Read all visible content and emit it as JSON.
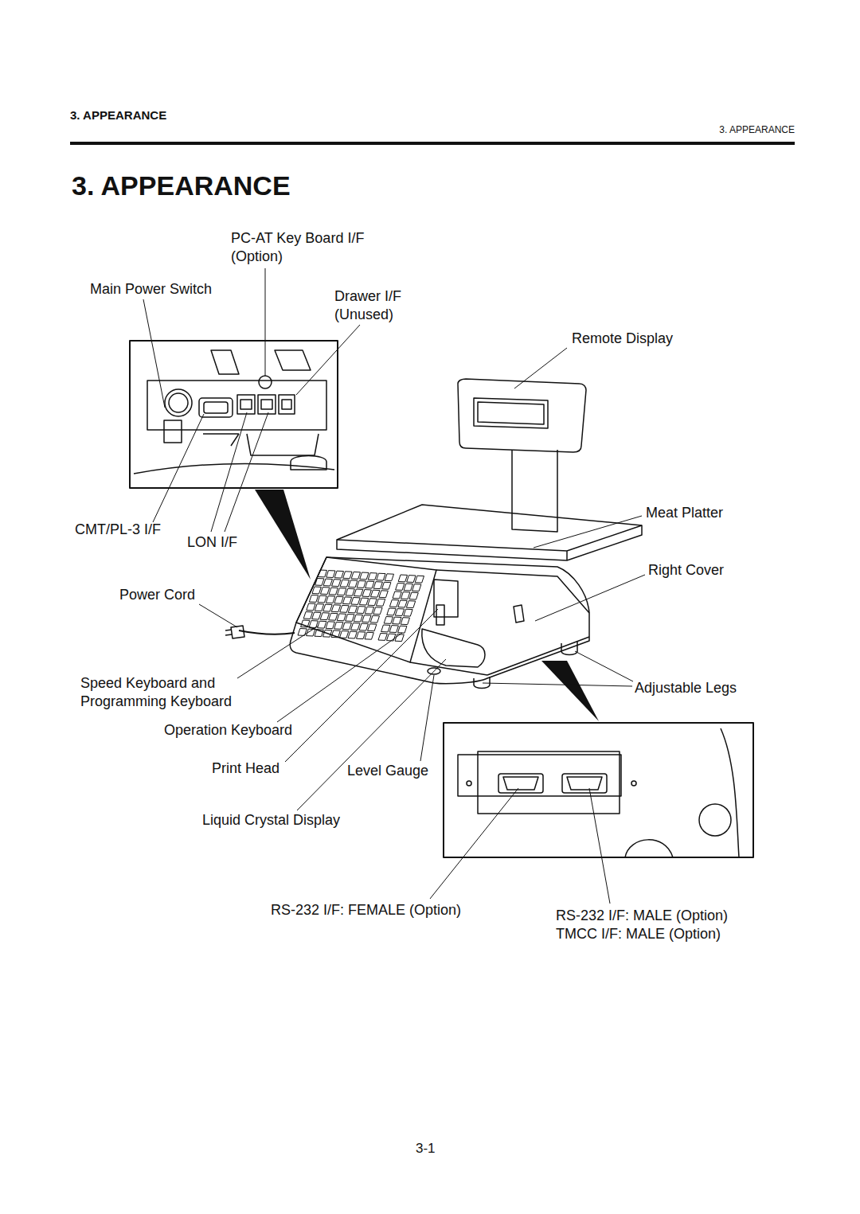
{
  "diagram": {
    "title": "3. APPEARANCE",
    "labels": [
      "3. APPEARANCE",
      "3. APPEARANCE",
      "PC-AT Key Board I/F (Option)",
      "Main Power Switch",
      "Drawer I/F (Unused)",
      "Remote Display",
      "Meat Platter",
      "CMT/PL-3 I/F",
      "LON I/F",
      "Right Cover",
      "Power Cord",
      "Speed Keyboard and Programming Keyboard",
      "Adjustable Legs",
      "Operation Keyboard",
      "Print Head",
      "Level Gauge",
      "Liquid Crystal Display",
      "RS-232 I/F: FEMALE (Option)",
      "RS-232 I/F: MALE (Option)",
      "TMCC I/F: MALE (Option)",
      "3-1"
    ]
  }
}
